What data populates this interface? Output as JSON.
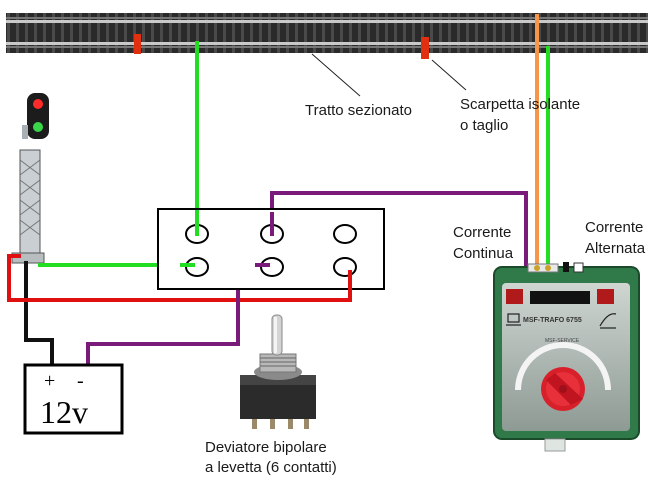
{
  "labels": {
    "tratto": "Tratto sezionato",
    "scarpetta_1": "Scarpetta isolante",
    "scarpetta_2": "o taglio",
    "continua_1": "Corrente",
    "continua_2": "Continua",
    "alternata_1": "Corrente",
    "alternata_2": "Alternata",
    "deviatore_1": "Deviatore bipolare",
    "deviatore_2": "a levetta (6 contatti)"
  },
  "battery": {
    "plus": "+",
    "minus": "-",
    "voltage": "12v"
  },
  "transformer": {
    "model": "MSF-TRAFO 6755",
    "brand": "MSF-SERVICE"
  },
  "colors": {
    "green_wire": "#22dd22",
    "purple_wire": "#7a1a7a",
    "red_wire": "#e01010",
    "black_wire": "#111111",
    "orange_wire": "#f5964a",
    "insulator": "#e03010",
    "transformer_body": "#2f7a48",
    "knob": "#d8202a"
  }
}
